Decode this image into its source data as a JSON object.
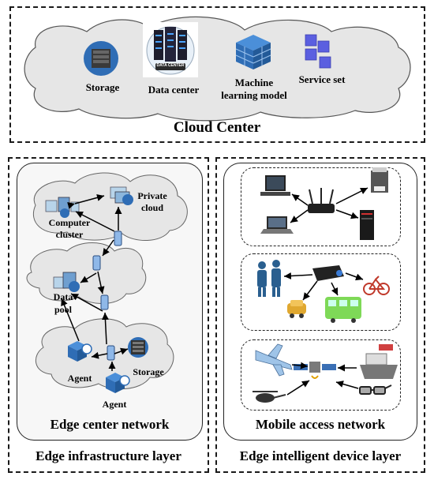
{
  "cloud_center": {
    "items": {
      "storage": "Storage",
      "data_center": "Data center",
      "data_center_badge": "DATA CENTER",
      "ml_line1": "Machine",
      "ml_line2": "learning model",
      "service_set": "Service set"
    },
    "title": "Cloud Center"
  },
  "edge_center": {
    "computer_cluster_line1": "Computer",
    "computer_cluster_line2": "cluster",
    "private_cloud_line1": "Private",
    "private_cloud_line2": "cloud",
    "data_pool_line1": "Data",
    "data_pool_line2": "pool",
    "storage": "Storage",
    "agent_left": "Agent",
    "agent_bottom": "Agent",
    "title": "Edge center network"
  },
  "mobile_access": {
    "title": "Mobile access network"
  },
  "layers": {
    "left": "Edge infrastructure layer",
    "right": "Edge intelligent device layer"
  },
  "colors": {
    "cloud_fill": "#e6e6e6",
    "icon_blue": "#2f6db5",
    "service_purple": "#5b5fe0",
    "arrow": "#000000"
  }
}
